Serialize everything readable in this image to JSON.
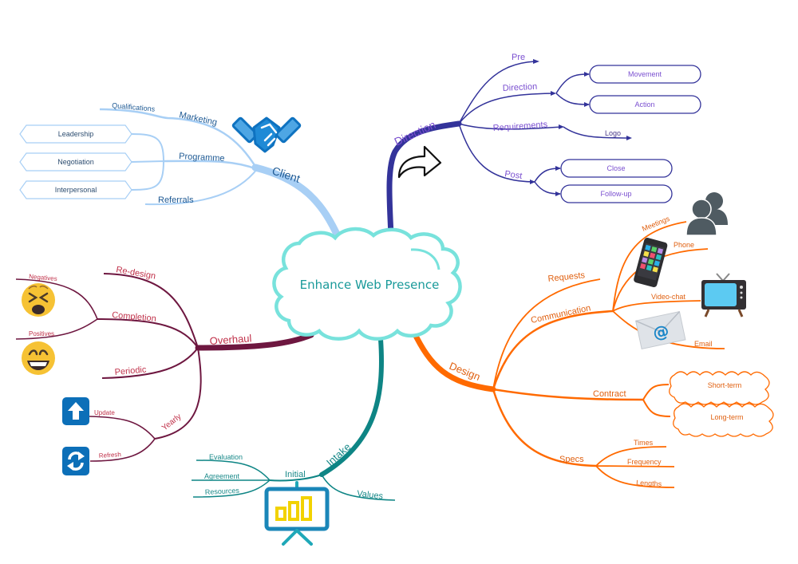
{
  "center": {
    "label": "Enhance Web Presence"
  },
  "colors": {
    "client": "#a8cff5",
    "client_text": "#1f5a94",
    "direction": "#33339a",
    "direction_text": "#7a4fd0",
    "design": "#ff6a00",
    "design_text": "#e06010",
    "intake": "#0e8585",
    "intake_text": "#1a8a8a",
    "overhaul": "#6e1740",
    "overhaul_text": "#c0314a",
    "cloud": "#78e2dc"
  },
  "branches": {
    "client": {
      "label": "Client",
      "marketing": {
        "label": "Marketing",
        "children": [
          "Qualifications"
        ]
      },
      "programme": {
        "label": "Programme",
        "children": [
          "Leadership",
          "Negotiation",
          "Interpersonal"
        ]
      },
      "referrals": {
        "label": "Referrals"
      },
      "icon": "handshake-icon"
    },
    "direction": {
      "label": "Direction",
      "pre": {
        "label": "Pre"
      },
      "direction": {
        "label": "Direction",
        "children": [
          "Movement",
          "Action"
        ]
      },
      "requirements": {
        "label": "Requirements",
        "children": [
          "Logo"
        ]
      },
      "post": {
        "label": "Post",
        "children": [
          "Close",
          "Follow-up"
        ]
      },
      "icon": "curved-arrow-icon"
    },
    "design": {
      "label": "Design",
      "requests": {
        "label": "Requests"
      },
      "communication": {
        "label": "Communication",
        "children": [
          "Meetings",
          "Phone",
          "Video-chat",
          "Email"
        ]
      },
      "contract": {
        "label": "Contract",
        "children": [
          "Short-term",
          "Long-term"
        ]
      },
      "specs": {
        "label": "Specs",
        "children": [
          "Times",
          "Frequency",
          "Lengths"
        ]
      }
    },
    "intake": {
      "label": "Intake",
      "initial": {
        "label": "Initial",
        "children": [
          "Evaluation",
          "Agreement",
          "Resources"
        ]
      },
      "values": {
        "label": "Values"
      },
      "icon": "presentation-chart-icon"
    },
    "overhaul": {
      "label": "Overhaul",
      "redesign": {
        "label": "Re-design"
      },
      "completion": {
        "label": "Completion",
        "children": [
          "Negatives",
          "Positives"
        ]
      },
      "periodic": {
        "label": "Periodic"
      },
      "yearly": {
        "label": "Yearly",
        "children": [
          "Update",
          "Refresh"
        ]
      }
    }
  }
}
